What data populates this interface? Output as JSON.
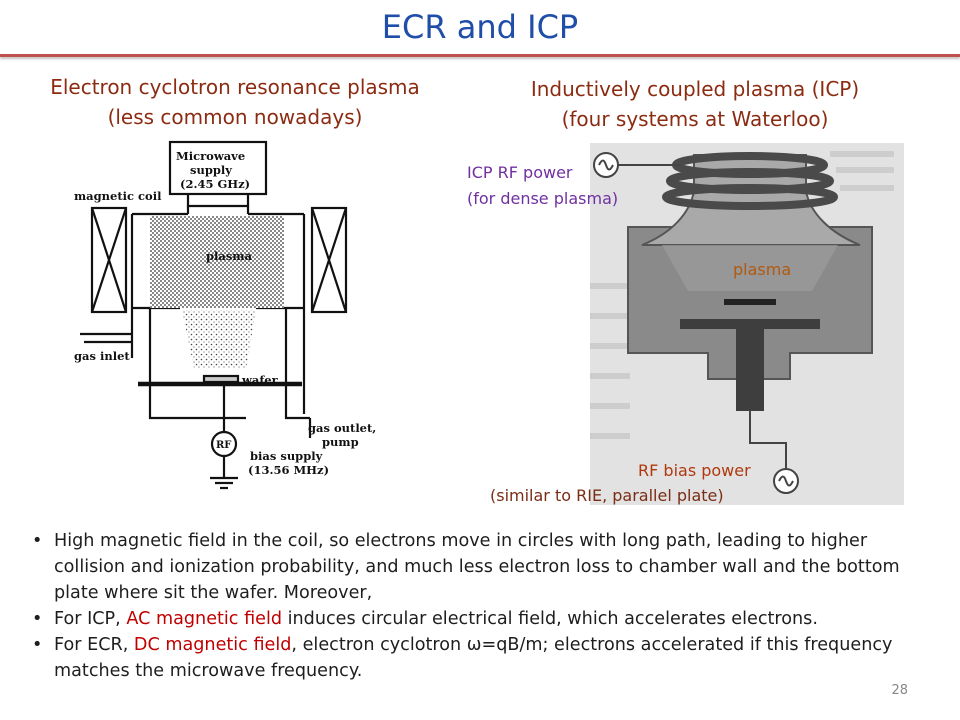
{
  "slide": {
    "title": "ECR and ICP",
    "page_number": "28"
  },
  "ecr": {
    "title_line1": "Electron cyclotron resonance plasma",
    "title_line2": "(less common nowadays)",
    "diagram": {
      "microwave_line1": "Microwave",
      "microwave_line2": "supply",
      "microwave_line3": "(2.45 GHz)",
      "magnetic_coil": "magnetic coil",
      "plasma": "plasma",
      "gas_inlet": "gas inlet",
      "wafer": "wafer",
      "gas_outlet_line1": "gas outlet,",
      "gas_outlet_line2": "pump",
      "rf": "RF",
      "bias_line1": "bias supply",
      "bias_line2": "(13.56 MHz)"
    }
  },
  "icp": {
    "title_line1": "Inductively coupled plasma (ICP)",
    "title_line2": "(four systems at Waterloo)",
    "rf_power_line1": "ICP RF power",
    "rf_power_line2": "(for dense plasma)",
    "plasma": "plasma",
    "rf_bias": "RF bias power",
    "rf_bias_note": "(similar to RIE, parallel plate)"
  },
  "bullets": [
    {
      "text": "High magnetic field in the coil, so electrons move in circles with long path, leading to higher collision and ionization probability, and much less electron loss to chamber wall and the bottom plate where sit the wafer. Moreover,"
    },
    {
      "pre": "For ICP, ",
      "highlight": "AC magnetic field",
      "post": " induces circular electrical field, which accelerates electrons."
    },
    {
      "pre": "For ECR, ",
      "highlight": "DC magnetic field",
      "post": ", electron cyclotron ω=qB/m; electrons accelerated if this frequency matches the microwave frequency."
    }
  ],
  "colors": {
    "title": "#1f4ea8",
    "rule": "#c0504d",
    "subtitle": "#8b2c12",
    "icp_rf_label": "#7030a0",
    "highlight": "#c00000"
  }
}
